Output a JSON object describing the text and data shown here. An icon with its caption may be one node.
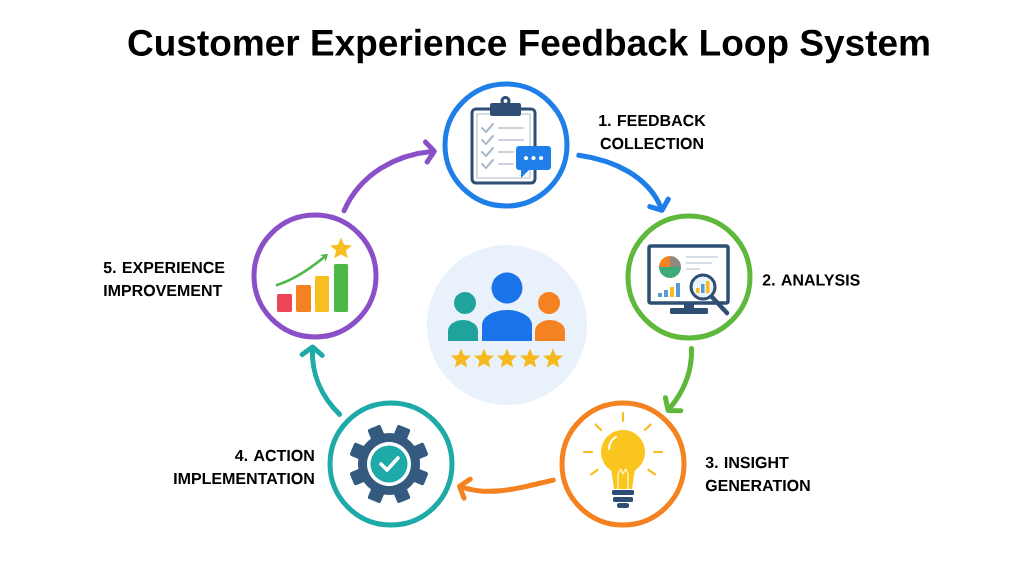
{
  "diagram": {
    "title": "Customer Experience Feedback Loop System",
    "nodes": [
      {
        "text": [],
        "shape": "circle",
        "beside": [
          "1. FEEDBACK COLLECTION"
        ]
      },
      {
        "text": [],
        "shape": "circle",
        "beside": [
          "2. ANALYSIS"
        ]
      },
      {
        "text": [],
        "shape": "circle",
        "beside": [
          "3. INSIGHT GENERATION"
        ]
      },
      {
        "text": [],
        "shape": "circle",
        "beside": [
          "4. ACTION IMPLEMENTATION"
        ]
      },
      {
        "text": [],
        "shape": "circle",
        "beside": [
          "5. EXPERIENCE IMPROVEMENT"
        ]
      },
      {
        "text": [],
        "shape": "circle"
      }
    ],
    "edges": [
      {
        "from": 0,
        "to": 1,
        "arrow": "to",
        "color": "#1e7fe8"
      },
      {
        "from": 1,
        "to": 2,
        "arrow": "to",
        "color": "#5db83b"
      },
      {
        "from": 2,
        "to": 3,
        "arrow": "to",
        "color": "#f58220"
      },
      {
        "from": 3,
        "to": 4,
        "arrow": "to",
        "color": "#1eaaa8"
      },
      {
        "from": 4,
        "to": 0,
        "arrow": "to",
        "color": "#8b4fc8"
      }
    ]
  }
}
